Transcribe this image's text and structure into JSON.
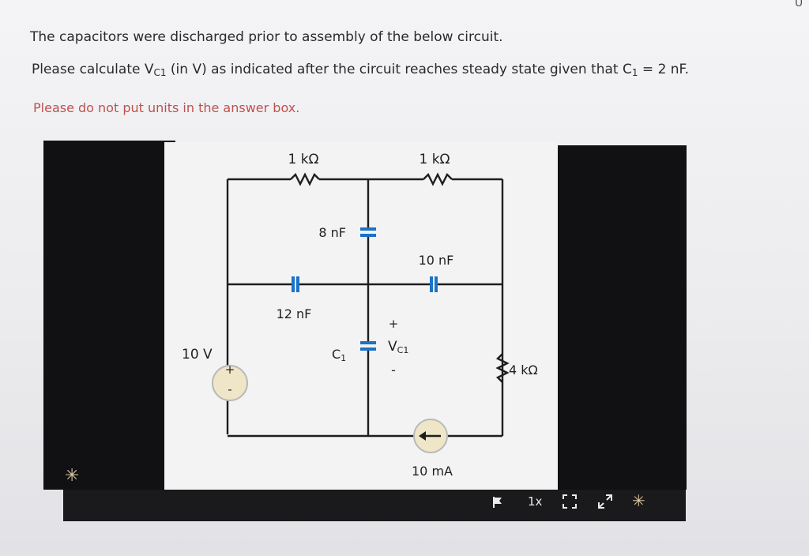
{
  "question": {
    "line1": "The capacitors were discharged prior to assembly of the below circuit.",
    "line2_prefix": "Please calculate V",
    "line2_sub": "C1",
    "line2_mid": " (in V) as indicated after the circuit reaches steady state given that C",
    "line2_sub2": "1",
    "line2_suffix": " = 2 nF.",
    "line3": "Please do not put units in the answer box."
  },
  "circuit": {
    "r_top_left": "1 kΩ",
    "r_top_right": "1 kΩ",
    "c_8nf": "8 nF",
    "c_10nf": "10 nF",
    "c_12nf": "12 nF",
    "c1_label": "C",
    "c1_sub": "1",
    "vc1_plus": "+",
    "vc1_label": "V",
    "vc1_sub": "C1",
    "vc1_minus": "-",
    "voltage_source": "10 V",
    "source_plus": "+",
    "source_minus": "-",
    "r_right": "4 kΩ",
    "current_source": "10 mA"
  },
  "player": {
    "flag_icon": "flag-icon",
    "speed": "1x",
    "fullscreen_icon": "fullscreen-icon",
    "expand_icon": "expand-icon",
    "sparkle_icon": "sparkle-icon",
    "corner_mark": "U"
  },
  "colors": {
    "question_text": "#2a2a2a",
    "warning_text": "#c0504d",
    "capacitor_plate": "#1b73c6",
    "wire": "#1e1e1e",
    "panel": "#111114"
  }
}
